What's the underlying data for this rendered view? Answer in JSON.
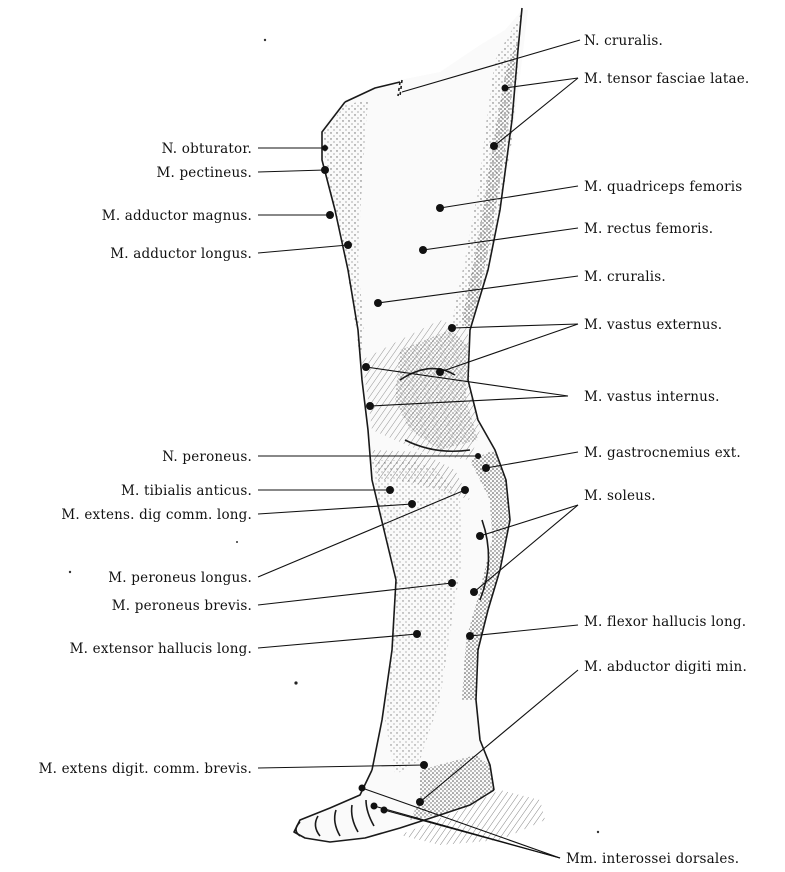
{
  "colors": {
    "ink": "#111111",
    "paper": "#ffffff",
    "shade": "#6a6a6a"
  },
  "labels": {
    "n_cruralis": "N. cruralis.",
    "m_tensor_fasciae_latae": "M. tensor fasciae latae.",
    "m_quadriceps_femoris": "M. quadriceps femoris",
    "m_rectus_femoris": "M. rectus femoris.",
    "m_cruralis": "M. cruralis.",
    "m_vastus_externus": "M. vastus externus.",
    "m_vastus_internus": "M. vastus internus.",
    "m_gastrocnemius_ext": "M. gastrocnemius ext.",
    "m_soleus": "M. soleus.",
    "m_flexor_hallucis_long": "M. flexor hallucis long.",
    "m_abductor_digiti_min": "M. abductor digiti min.",
    "mm_interossei_dorsales": "Mm. interossei dorsales.",
    "n_obturator": "N. obturator.",
    "m_pectineus": "M. pectineus.",
    "m_adductor_magnus": "M. adductor magnus.",
    "m_adductor_longus": "M. adductor longus.",
    "n_peroneus": "N. peroneus.",
    "m_tibialis_anticus": "M. tibialis anticus.",
    "m_extens_dig_comm_long": "M. extens. dig comm. long.",
    "m_peroneus_longus": "M. peroneus longus.",
    "m_peroneus_brevis": "M. peroneus brevis.",
    "m_extensor_hallucis_long": "M. extensor hallucis long.",
    "m_extens_digit_comm_brevis": "M. extens digit. comm. brevis."
  }
}
